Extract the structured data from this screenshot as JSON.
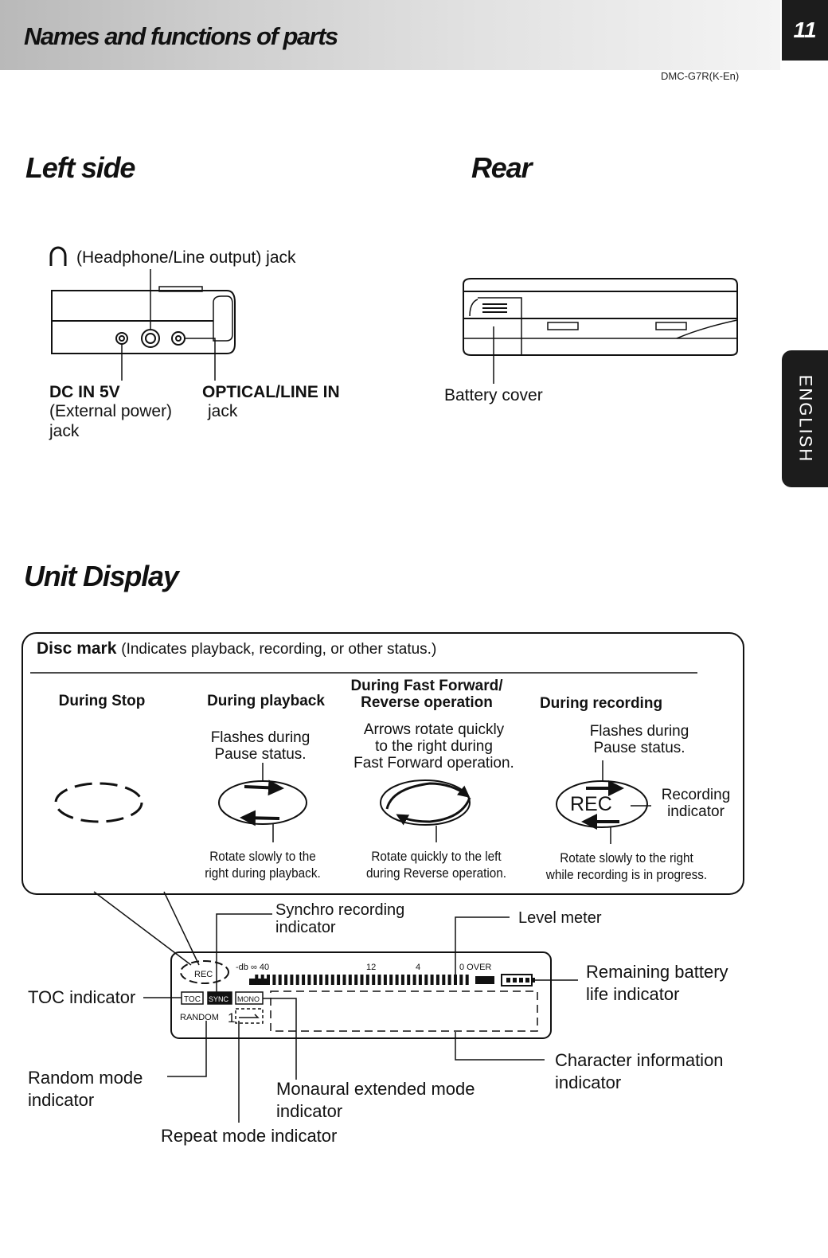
{
  "header": {
    "title": "Names and functions of parts",
    "page_number": "11",
    "model": "DMC-G7R(K-En)"
  },
  "side_tab": {
    "label": "ENGLISH"
  },
  "left_side": {
    "title": "Left side",
    "headphone_label": "(Headphone/Line output) jack",
    "dc_in_label": "DC IN 5V",
    "dc_in_desc": "(External power)\njack",
    "optical_label": "OPTICAL/LINE IN",
    "optical_desc": "jack"
  },
  "rear": {
    "title": "Rear",
    "battery_cover_label": "Battery cover"
  },
  "unit_display": {
    "title": "Unit Display",
    "disc_mark": {
      "title": "Disc mark",
      "subtitle": "(Indicates playback, recording, or other status.)",
      "columns": [
        {
          "heading": "During Stop",
          "note": "",
          "caption": ""
        },
        {
          "heading": "During playback",
          "note": "Flashes during\nPause status.",
          "caption": "Rotate slowly to the\nright during playback."
        },
        {
          "heading": "During Fast Forward/\nReverse operation",
          "note": "Arrows rotate quickly\nto the right during\nFast Forward operation.",
          "caption": "Rotate quickly to the left\nduring Reverse operation."
        },
        {
          "heading": "During recording",
          "note": "Flashes during\nPause status.",
          "caption": "Rotate slowly to the right\nwhile recording is in progress."
        }
      ],
      "rec_text": "REC",
      "recording_indicator_label": "Recording\nindicator"
    },
    "display": {
      "rec": "REC",
      "scale": "-db ∞  40",
      "tick_12": "12",
      "tick_4": "4",
      "over": "0 OVER",
      "toc": "TOC",
      "sync": "SYNC",
      "mono": "MONO",
      "random": "RANDOM",
      "repeat_num": "1"
    },
    "labels": {
      "synchro": "Synchro recording\nindicator",
      "level_meter": "Level meter",
      "battery": "Remaining battery\nlife indicator",
      "toc": "TOC indicator",
      "character": "Character information\nindicator",
      "random": "Random mode\nindicator",
      "monaural": "Monaural extended mode\nindicator",
      "repeat": "Repeat mode indicator"
    }
  }
}
